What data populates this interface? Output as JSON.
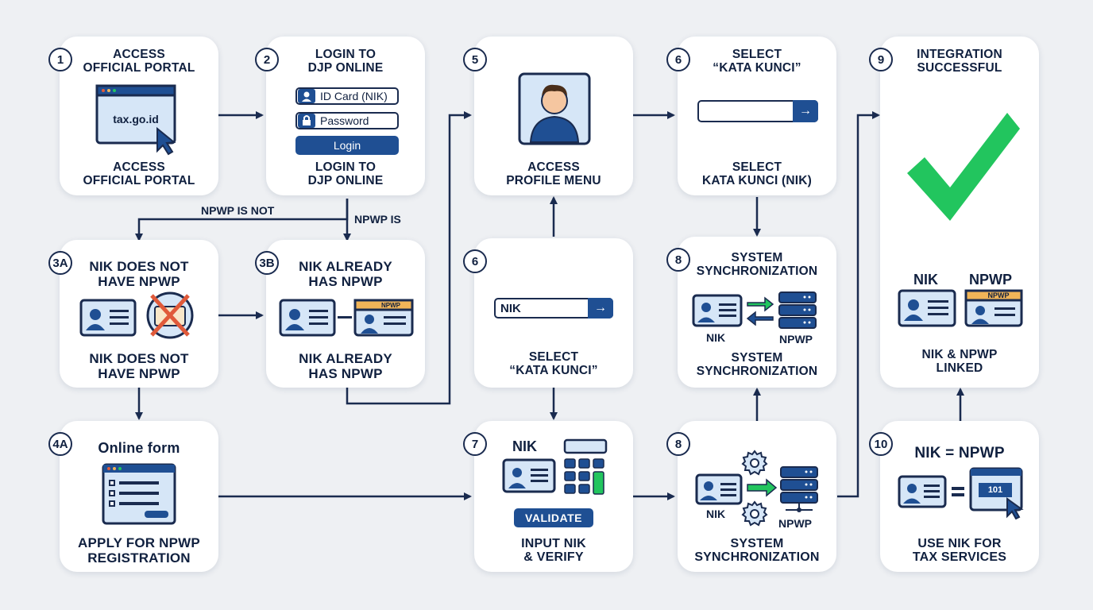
{
  "steps": {
    "s1": {
      "badge": "1",
      "title": "ACCESS\nOFFICIAL PORTAL",
      "url": "tax.go.id",
      "caption": "ACCESS\nOFFICIAL PORTAL"
    },
    "s2": {
      "badge": "2",
      "title": "LOGIN TO\nDJP ONLINE",
      "id_field": "ID Card (NIK)",
      "password_field": "Password",
      "login_button": "Login",
      "caption": "LOGIN TO\nDJP ONLINE"
    },
    "s3a": {
      "badge": "3A",
      "title": "NIK DOES NOT\nHAVE NPWP",
      "caption": "NIK DOES NOT\nHAVE NPWP"
    },
    "s3b": {
      "badge": "3B",
      "title": "NIK ALREADY\nHAS NPWP",
      "card_label": "NPWP",
      "caption": "NIK ALREADY\nHAS NPWP"
    },
    "s4a": {
      "badge": "4A",
      "title": "Online form",
      "caption": "APPLY FOR NPWP\nREGISTRATION"
    },
    "s5": {
      "badge": "5",
      "caption": "ACCESS\nPROFILE MENU"
    },
    "s6a": {
      "badge": "6",
      "title": "SELECT\n“KATA KUNCI”",
      "caption": "SELECT\nKATA KUNCI (NIK)"
    },
    "s6b": {
      "badge": "6",
      "field_value": "NIK",
      "caption": "SELECT\n“KATA KUNCI”"
    },
    "s7": {
      "badge": "7",
      "title": "NIK",
      "validate_button": "VALIDATE",
      "caption": "INPUT NIK\n& VERIFY"
    },
    "s8a": {
      "badge": "8",
      "title": "SYSTEM\nSYNCHRONIZATION",
      "left_label": "NIK",
      "right_label": "NPWP",
      "caption": "SYSTEM\nSYNCHRONIZATION"
    },
    "s8b": {
      "badge": "8",
      "left_label": "NIK",
      "right_label": "NPWP",
      "caption": "SYSTEM\nSYNCHRONIZATION"
    },
    "s9": {
      "badge": "9",
      "title": "INTEGRATION\nSUCCESSFUL",
      "left_label": "NIK",
      "right_label": "NPWP",
      "card_label": "NPWP",
      "caption": "NIK & NPWP\nLINKED"
    },
    "s10": {
      "badge": "10",
      "title": "NIK = NPWP",
      "screen_text": "101",
      "caption": "USE NIK FOR\nTAX SERVICES"
    }
  },
  "branches": {
    "not": "NPWP IS NOT",
    "is": "NPWP IS"
  },
  "icons": {
    "portal": "browser-cursor-icon",
    "user": "user-icon",
    "lock": "lock-icon",
    "profile": "profile-avatar-icon",
    "arrow": "arrow-right-icon",
    "id_card": "id-card-icon",
    "cross": "cross-icon",
    "form": "form-icon",
    "keypad": "keypad-icon",
    "server": "server-icon",
    "gear": "gear-icon",
    "check": "checkmark-icon"
  },
  "colors": {
    "navy": "#1a2b4f",
    "accent": "#1f4f93",
    "card_fill": "#d6e6f7",
    "green": "#22c55e",
    "red": "#e05a3a",
    "orange": "#f0b458"
  }
}
